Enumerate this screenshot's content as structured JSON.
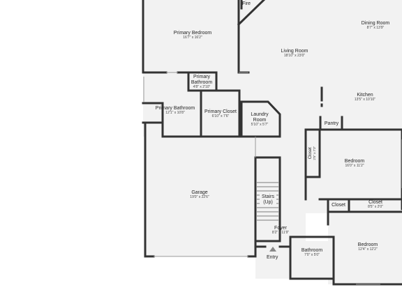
{
  "rooms": {
    "fire": {
      "name": "Fire"
    },
    "primary_bedroom": {
      "name": "Primary Bedroom",
      "dims": "16'7\" x 16'2\""
    },
    "dining_room": {
      "name": "Dining Room",
      "dims": "8'7\" x 13'9\""
    },
    "living_room": {
      "name": "Living Room",
      "dims": "18'10\" x 23'0\""
    },
    "primary_bathroom_small": {
      "name": "Primary Bathroom",
      "dims": "4'8\" x 2'10\""
    },
    "kitchen": {
      "name": "Kitchen",
      "dims": "13'5\" x 10'10\""
    },
    "primary_bathroom": {
      "name": "Primary Bathroom",
      "dims": "12'1\" x 10'8\""
    },
    "primary_closet": {
      "name": "Primary Closet",
      "dims": "6'10\" x 7'6\""
    },
    "laundry_room": {
      "name": "Laundry Room",
      "dims": "5'10\" x 5'7\""
    },
    "pantry": {
      "name": "Pantry"
    },
    "closet_vertical": {
      "name": "Closet",
      "dims": "2'5\" x 7'3\""
    },
    "bedroom_upper": {
      "name": "Bedroom",
      "dims": "16'0\" x 11'2\""
    },
    "garage": {
      "name": "Garage",
      "dims": "19'0\" x 22'6\""
    },
    "stairs": {
      "name": "Stairs (Up)"
    },
    "closet_small": {
      "name": "Closet"
    },
    "closet_wide": {
      "name": "Closet",
      "dims": "8'5\" x 2'0\""
    },
    "foyer": {
      "name": "Foyer",
      "dims": "8'2\" x 11'9\""
    },
    "bathroom": {
      "name": "Bathroom",
      "dims": "7'0\" x 5'0\""
    },
    "bedroom_lower": {
      "name": "Bedroom",
      "dims": "12'4\" x 12'2\""
    }
  },
  "entry": {
    "label": "Entry"
  },
  "colors": {
    "floor": "#f2f2f2",
    "wall": "#333333",
    "background": "#ffffff"
  }
}
